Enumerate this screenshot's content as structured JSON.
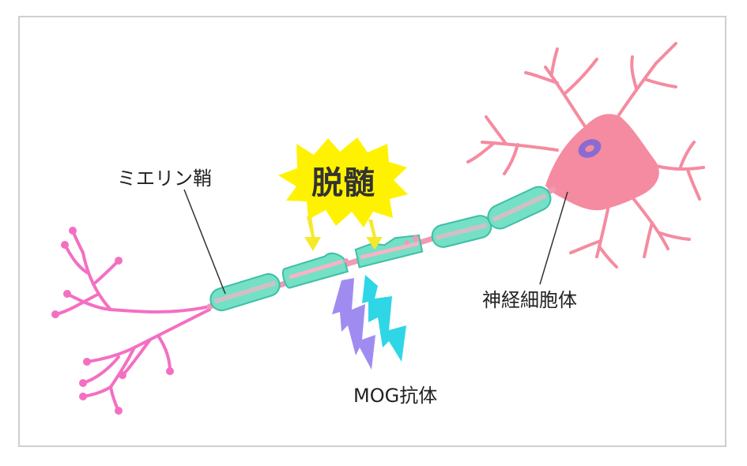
{
  "labels": {
    "myelin_sheath": "ミエリン鞘",
    "demyelination": "脱髄",
    "cell_body": "神経細胞体",
    "mog_antibody": "MOG抗体"
  },
  "colors": {
    "axon": "#f19ab5",
    "cell_body": "#f58ba0",
    "nucleus": "#8a6bd1",
    "myelin": "#74e0c6",
    "myelin_dark": "#3fbfa5",
    "burst": "#fff200",
    "bolt_purple": "#a08cf0",
    "bolt_cyan": "#2fd6e6",
    "terminal": "#f46fc2",
    "frame": "#cfcfcf"
  }
}
